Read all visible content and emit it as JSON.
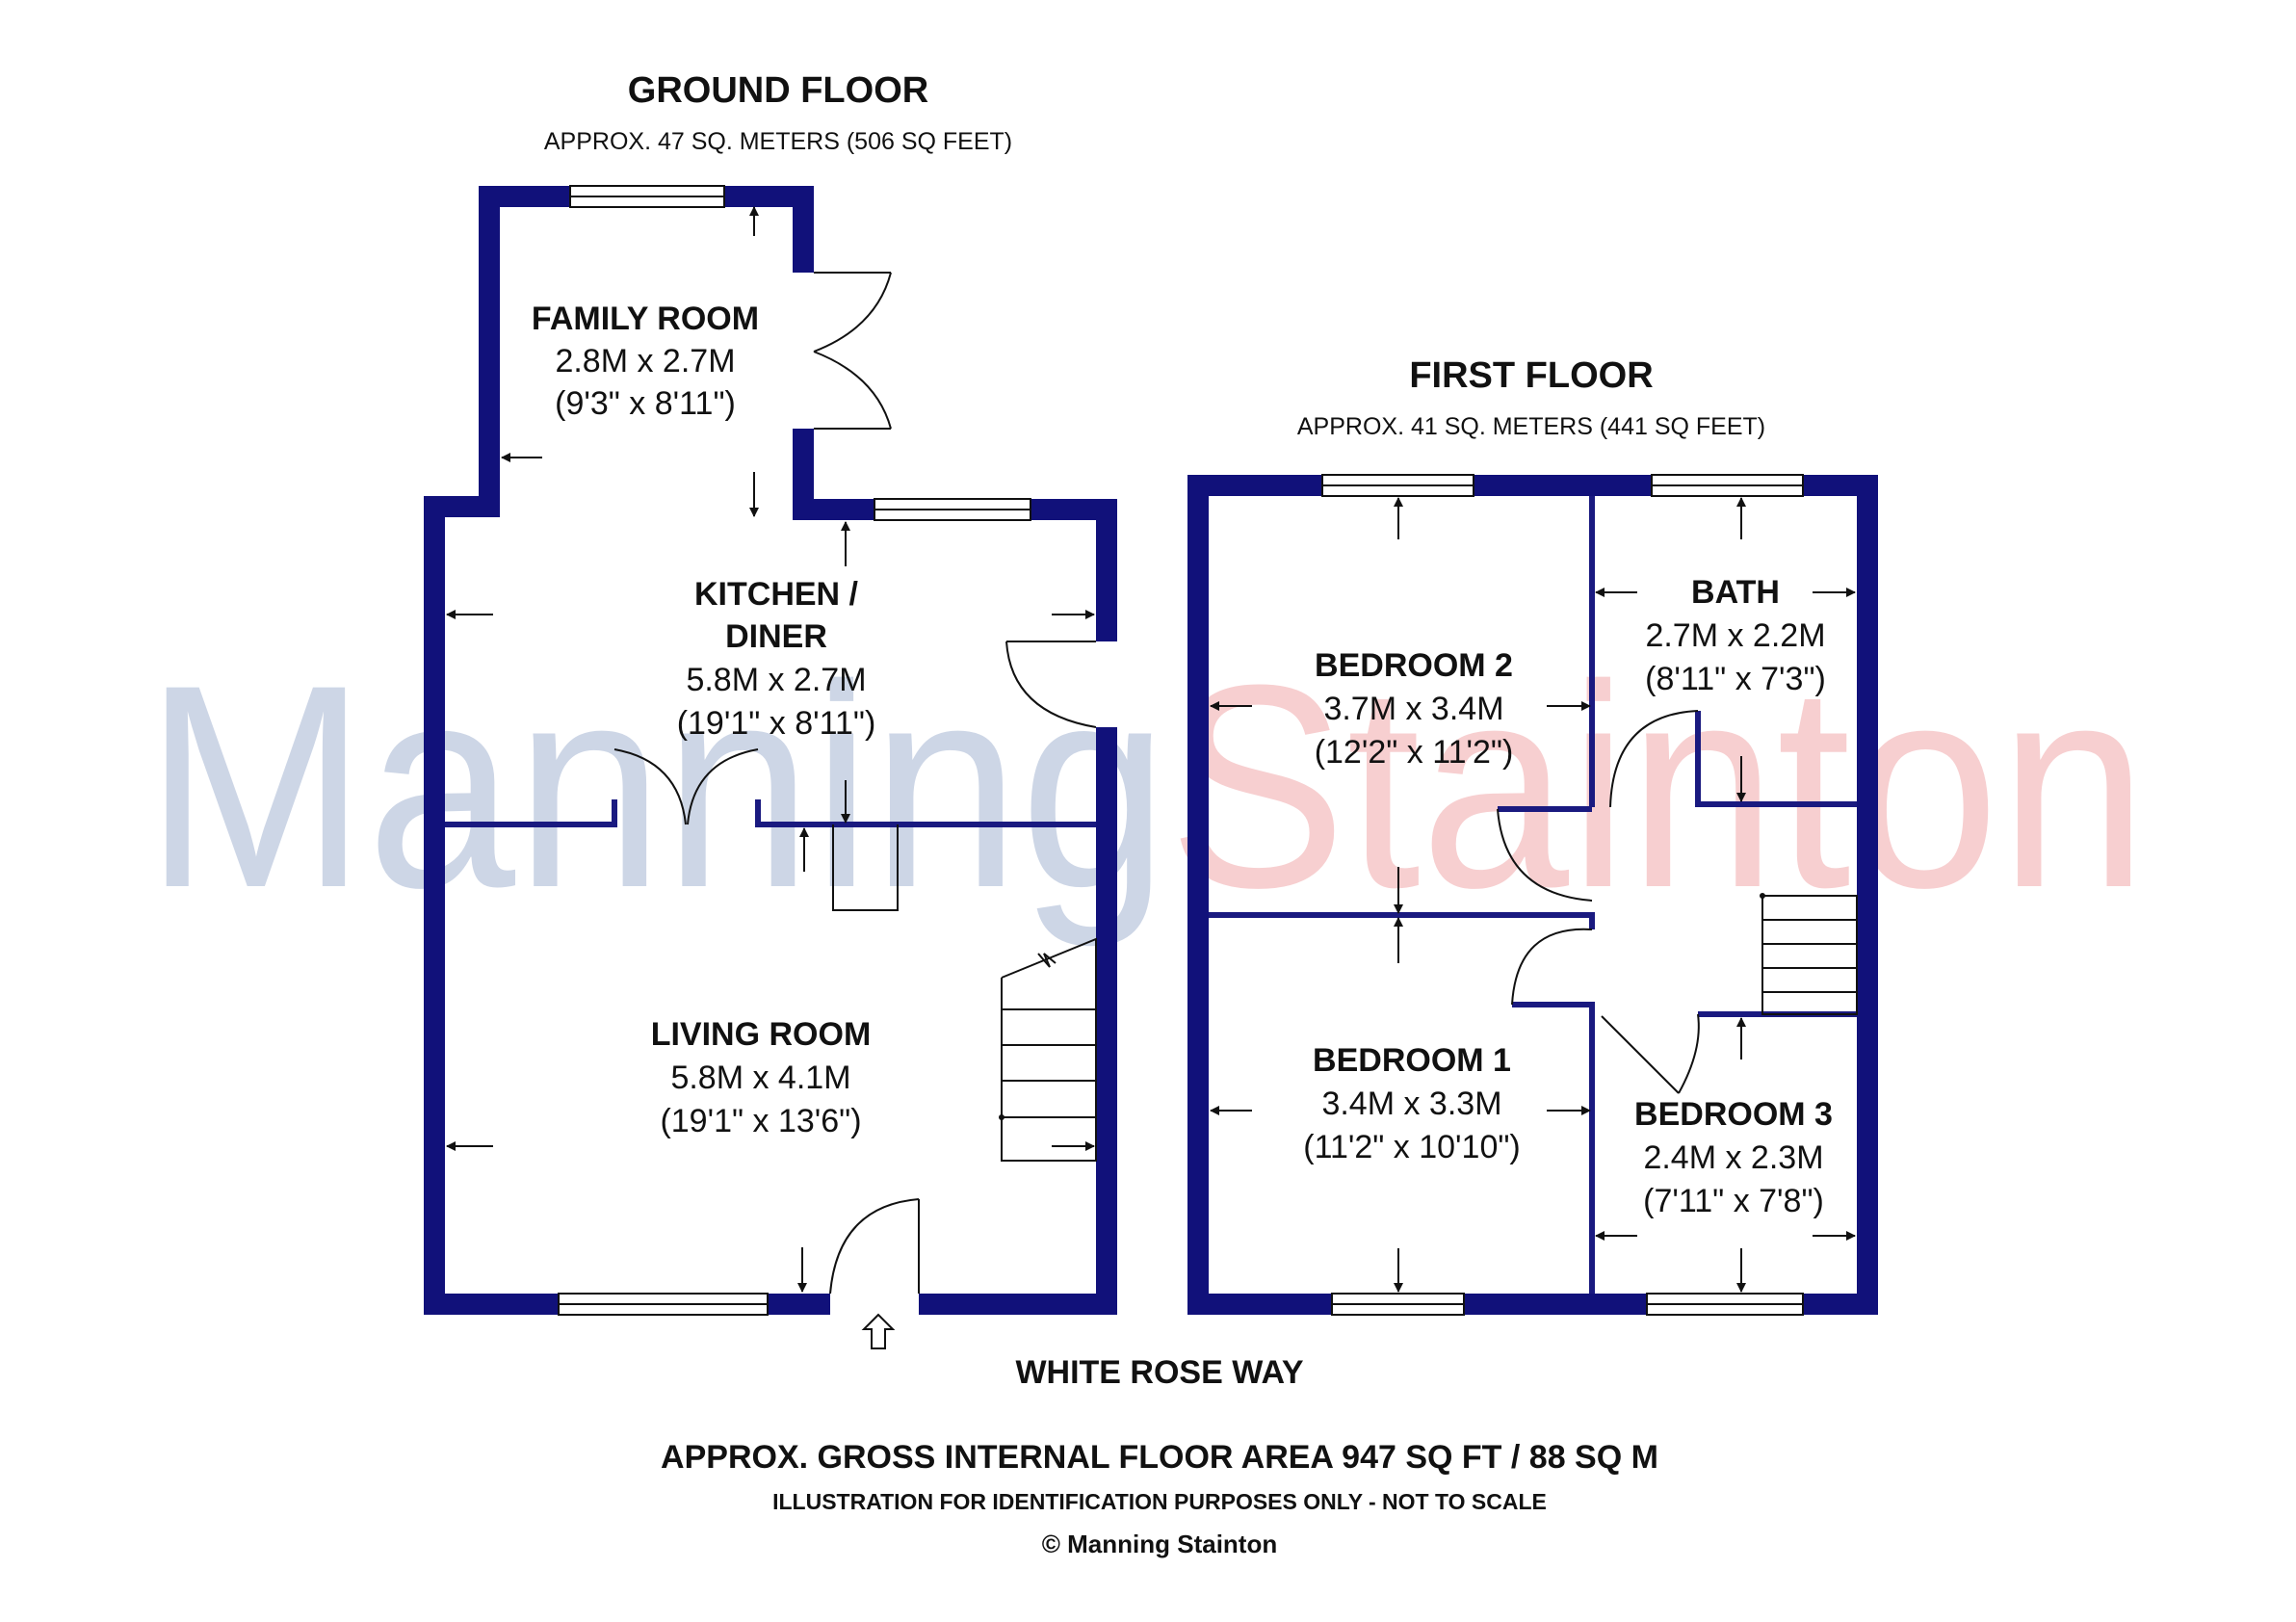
{
  "colors": {
    "wall": "#11117a",
    "watermark_manning": "#cdd6e6",
    "watermark_stainton": "#f7cfd0",
    "text": "#111111"
  },
  "watermark": {
    "part1": "Manning",
    "part2": "Stainton"
  },
  "ground_floor": {
    "title": "GROUND FLOOR",
    "area": "APPROX. 47 SQ. METERS (506 SQ FEET)",
    "rooms": {
      "family_room": {
        "name": "FAMILY ROOM",
        "metric": "2.8M x 2.7M",
        "imperial": "(9'3\" x 8'11\")"
      },
      "kitchen": {
        "name_line1": "KITCHEN /",
        "name_line2": "DINER",
        "metric": "5.8M x 2.7M",
        "imperial": "(19'1\" x 8'11\")"
      },
      "living_room": {
        "name": "LIVING ROOM",
        "metric": "5.8M x 4.1M",
        "imperial": "(19'1\" x 13'6\")"
      }
    }
  },
  "first_floor": {
    "title": "FIRST FLOOR",
    "area": "APPROX. 41 SQ. METERS (441 SQ FEET)",
    "rooms": {
      "bedroom_2": {
        "name": "BEDROOM 2",
        "metric": "3.7M x 3.4M",
        "imperial": "(12'2\" x 11'2\")"
      },
      "bath": {
        "name": "BATH",
        "metric": "2.7M x 2.2M",
        "imperial": "(8'11\" x 7'3\")"
      },
      "bedroom_1": {
        "name": "BEDROOM 1",
        "metric": "3.4M x 3.3M",
        "imperial": "(11'2\" x 10'10\")"
      },
      "bedroom_3": {
        "name": "BEDROOM 3",
        "metric": "2.4M x 2.3M",
        "imperial": "(7'11\" x 7'8\")"
      }
    }
  },
  "street": "WHITE ROSE WAY",
  "footer": {
    "gross_area": "APPROX. GROSS INTERNAL FLOOR AREA 947 SQ FT / 88 SQ M",
    "disclaimer": "ILLUSTRATION FOR IDENTIFICATION PURPOSES ONLY - NOT TO SCALE",
    "copyright": "© Manning Stainton"
  }
}
